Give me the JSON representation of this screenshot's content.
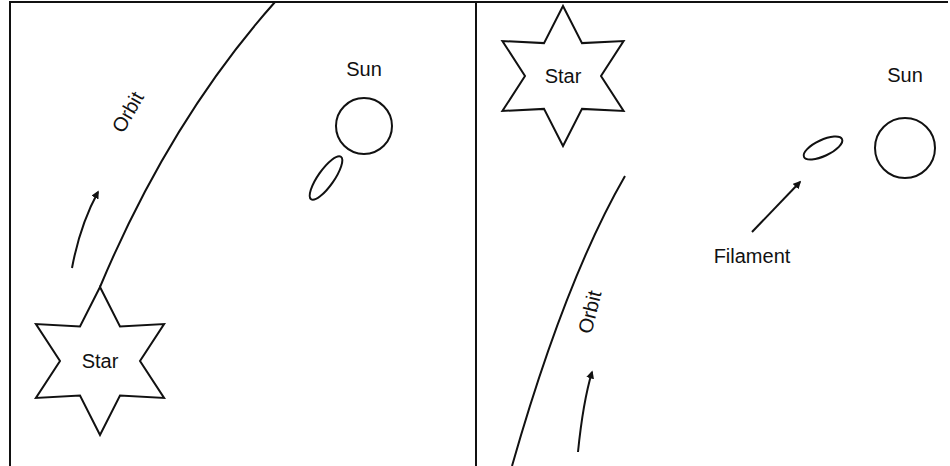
{
  "diagram": {
    "nodes": [
      {
        "text": [
          "Sun"
        ]
      },
      {
        "text": [
          "Star"
        ]
      },
      {
        "text": [
          "Star"
        ]
      },
      {
        "text": [
          "Sun"
        ]
      }
    ],
    "labels": [
      "Orbit",
      "Orbit",
      "Filament"
    ]
  }
}
